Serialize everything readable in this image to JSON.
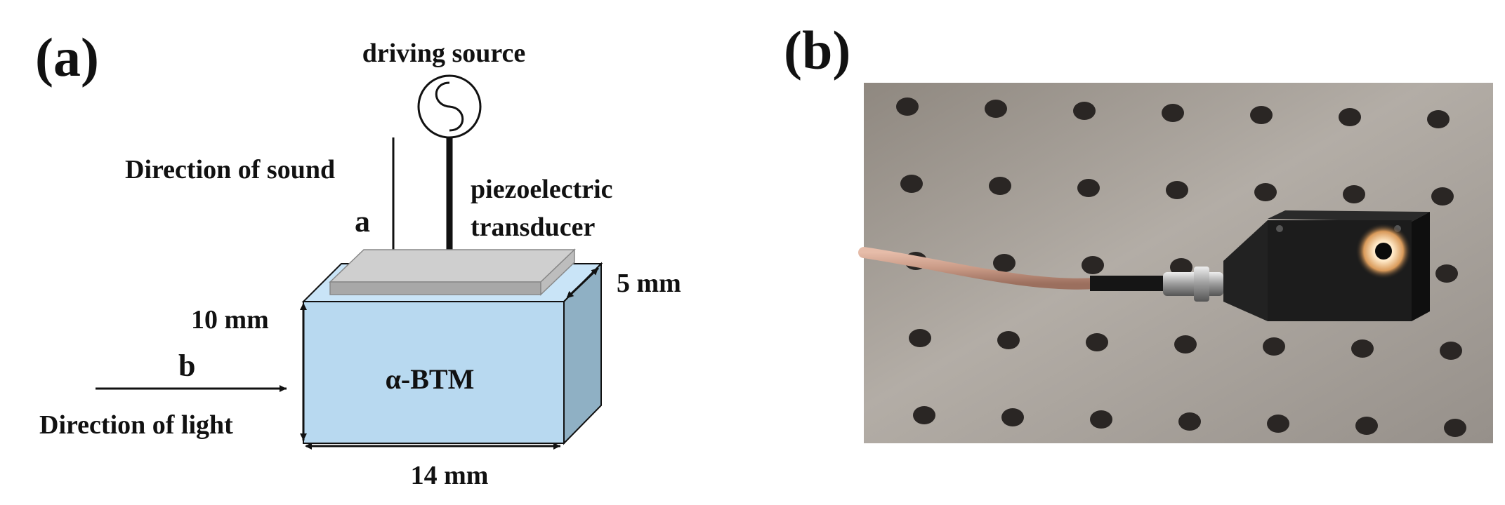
{
  "panel_a": {
    "label": "(a)",
    "driving_source": "driving source",
    "sound_direction": "Direction of sound",
    "arrow_a": "a",
    "transducer_line1": "piezoelectric",
    "transducer_line2": "transducer",
    "crystal": "α-BTM",
    "arrow_b": "b",
    "light_direction": "Direction of light",
    "depth": "5 mm",
    "height": "10 mm",
    "width": "14 mm",
    "colors": {
      "crystal_front": "#b8d9f0",
      "crystal_top": "#c9e4f7",
      "crystal_side": "#8fb0c4",
      "transducer_top": "#cfcfcf",
      "transducer_side": "#a8a8a8"
    }
  },
  "panel_b": {
    "label": "(b)",
    "photo_subject": "device-photo",
    "colors": {
      "plate": "#a39c94",
      "hole": "#2a2624",
      "device": "#1c1c1c",
      "cable": "#c99a86"
    }
  }
}
